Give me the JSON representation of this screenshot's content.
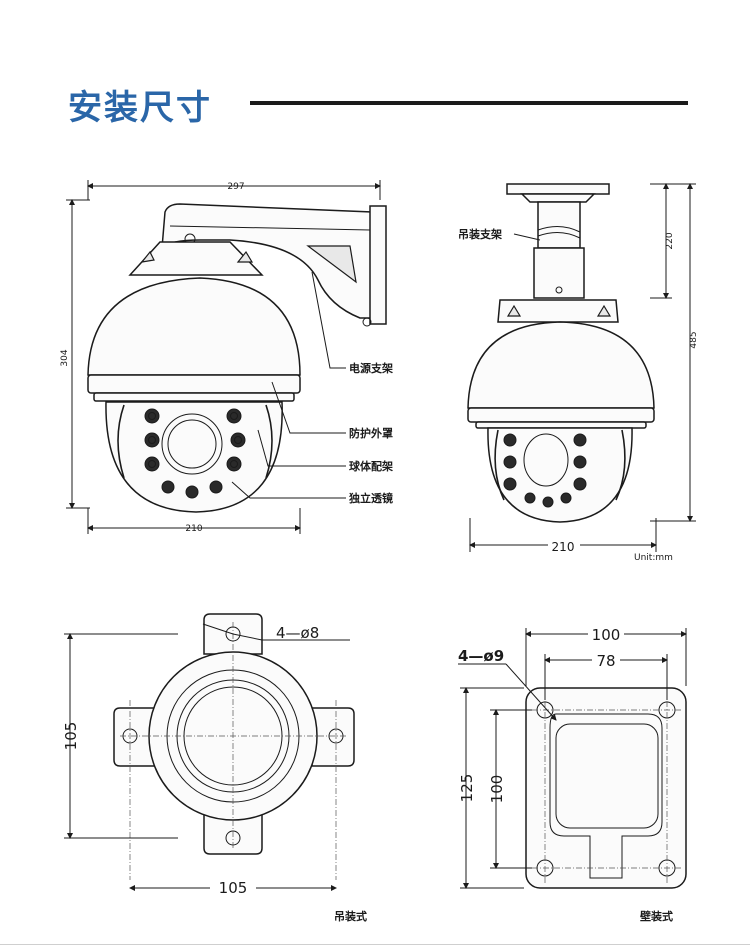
{
  "title": "安装尺寸",
  "side_view": {
    "dim_width_top": "297",
    "dim_height": "304",
    "dim_width_bottom": "210",
    "callouts": [
      "电源支架",
      "防护外罩",
      "球体配架",
      "独立透镜"
    ]
  },
  "pendant_view": {
    "label_bracket": "吊装支架",
    "dim_upper": "220",
    "dim_total": "485",
    "dim_width": "210",
    "unit": "Unit:mm"
  },
  "bottom_left": {
    "holes": "4—ø8",
    "dim_height": "105",
    "dim_width": "105",
    "caption": "吊装式"
  },
  "bottom_right": {
    "holes": "4—ø9",
    "dim_outer_width": "100",
    "dim_inner_width": "78",
    "dim_outer_height": "125",
    "dim_inner_height": "100",
    "caption": "壁装式"
  },
  "colors": {
    "title": "#2a66a8",
    "ink": "#1b1b1b"
  }
}
